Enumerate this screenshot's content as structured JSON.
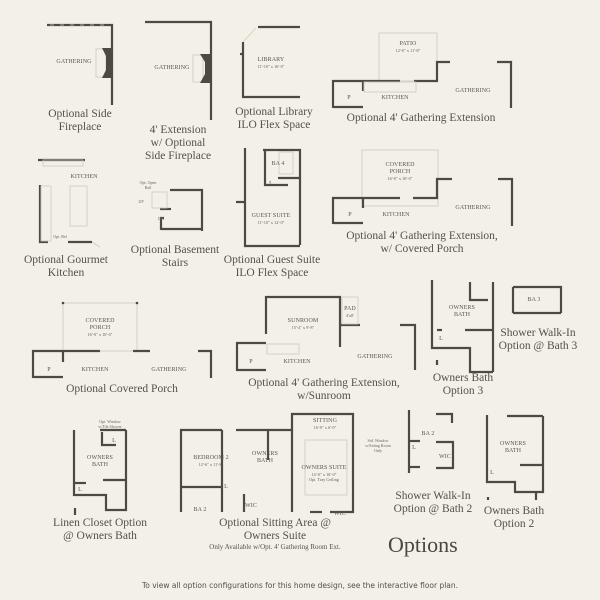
{
  "page": {
    "title": "Options",
    "footer": "To view all option configurations for this home design, see the interactive floor plan.",
    "colors": {
      "background": "#f3f0e7",
      "wall": "#4d4943",
      "text": "#55514a",
      "thin_line": "#cfcac0"
    }
  },
  "options": [
    {
      "id": "side-fireplace",
      "caption": "Optional Side Fireplace",
      "caption_lines": [
        "Optional Side",
        "Fireplace"
      ],
      "rooms": [
        {
          "name": "GATHERING"
        }
      ]
    },
    {
      "id": "extension-side-fireplace",
      "caption": "4' Extension w/ Optional Side Fireplace",
      "caption_lines": [
        "4' Extension",
        "w/ Optional",
        "Side Fireplace"
      ],
      "rooms": [
        {
          "name": "GATHERING"
        }
      ]
    },
    {
      "id": "library",
      "caption": "Optional Library ILO Flex Space",
      "caption_lines": [
        "Optional Library",
        "ILO Flex Space"
      ],
      "rooms": [
        {
          "name": "LIBRARY",
          "dim": "11'-10\" x 16'-0\""
        }
      ]
    },
    {
      "id": "gathering-extension",
      "caption": "Optional 4' Gathering Extension",
      "caption_lines": [
        "Optional 4' Gathering Extension"
      ],
      "rooms": [
        {
          "name": "PATIO",
          "dim": "12'-0\" x 11'-8\""
        },
        {
          "name": "KITCHEN"
        },
        {
          "name": "GATHERING"
        },
        {
          "name": "P"
        }
      ]
    },
    {
      "id": "gourmet-kitchen",
      "caption": "Optional Gourmet Kitchen",
      "caption_lines": [
        "Optional Gourmet",
        "Kitchen"
      ],
      "rooms": [
        {
          "name": "KITCHEN"
        }
      ],
      "notes": [
        "Opt. Bel"
      ]
    },
    {
      "id": "basement-stairs",
      "caption": "Optional Basement Stairs",
      "caption_lines": [
        "Optional Basement",
        "Stairs"
      ],
      "notes": [
        "Opt. Open Rail",
        "UP",
        "DN"
      ]
    },
    {
      "id": "guest-suite",
      "caption": "Optional Guest Suite ILO Flex Space",
      "caption_lines": [
        "Optional Guest Suite",
        "ILO Flex Space"
      ],
      "rooms": [
        {
          "name": "BA 4"
        },
        {
          "name": "L"
        },
        {
          "name": "GUEST SUITE",
          "dim": "11'-10\" x 12'-0\""
        }
      ]
    },
    {
      "id": "gathering-extension-covered-porch",
      "caption": "Optional 4' Gathering Extension, w/ Covered Porch",
      "caption_lines": [
        "Optional 4' Gathering Extension,",
        "w/ Covered Porch"
      ],
      "rooms": [
        {
          "name": "COVERED PORCH",
          "name_lines": [
            "COVERED",
            "PORCH"
          ],
          "dim": "16'-0\" x 10'-0\""
        },
        {
          "name": "KITCHEN"
        },
        {
          "name": "GATHERING"
        },
        {
          "name": "P"
        }
      ]
    },
    {
      "id": "covered-porch",
      "caption": "Optional Covered Porch",
      "caption_lines": [
        "Optional Covered Porch"
      ],
      "rooms": [
        {
          "name": "COVERED PORCH",
          "name_lines": [
            "COVERED",
            "PORCH"
          ],
          "dim": "16'-0\" x 10'-0\""
        },
        {
          "name": "KITCHEN"
        },
        {
          "name": "GATHERING"
        },
        {
          "name": "P"
        }
      ]
    },
    {
      "id": "gathering-extension-sunroom",
      "caption": "Optional 4' Gathering Extension, w/Sunroom",
      "caption_lines": [
        "Optional 4' Gathering Extension,",
        "w/Sunroom"
      ],
      "rooms": [
        {
          "name": "SUNROOM",
          "dim": "15'-4\" x 9'-8\""
        },
        {
          "name": "PAD",
          "dim": "4'x8'"
        },
        {
          "name": "KITCHEN"
        },
        {
          "name": "GATHERING"
        },
        {
          "name": "P"
        }
      ]
    },
    {
      "id": "owners-bath-3",
      "caption": "Owners Bath Option 3",
      "caption_lines": [
        "Owners Bath",
        "Option 3"
      ],
      "rooms": [
        {
          "name": "OWNERS BATH",
          "name_lines": [
            "OWNERS",
            "BATH"
          ]
        },
        {
          "name": "L"
        }
      ]
    },
    {
      "id": "shower-walkin-bath-3",
      "caption": "Shower Walk-In Option @ Bath 3",
      "caption_lines": [
        "Shower Walk-In",
        "Option @ Bath 3"
      ],
      "rooms": [
        {
          "name": "BA 3"
        }
      ]
    },
    {
      "id": "linen-closet",
      "caption": "Linen Closet Option @ Owners Bath",
      "caption_lines": [
        "Linen Closet Option",
        "@ Owners Bath"
      ],
      "rooms": [
        {
          "name": "OWNERS BATH",
          "name_lines": [
            "OWNERS",
            "BATH"
          ]
        },
        {
          "name": "L"
        },
        {
          "name": "L"
        }
      ],
      "notes": [
        "Opt. Window w/Tile Shower"
      ]
    },
    {
      "id": "sitting-area",
      "caption": "Optional Sitting Area @ Owners Suite",
      "caption_lines": [
        "Optional Sitting Area @",
        "Owners Suite"
      ],
      "subcaption": "Only Available w/Opt. 4' Gathering Room Ext.",
      "rooms": [
        {
          "name": "BEDROOM 2",
          "dim": "12'-6\" x 11'-8\""
        },
        {
          "name": "OWNERS BATH",
          "name_lines": [
            "OWNERS",
            "BATH"
          ]
        },
        {
          "name": "SITTING",
          "dim": "16'-0\" x 6'-0\""
        },
        {
          "name": "OWNERS SUITE",
          "dim": "14'-0\" x 16'-0\"",
          "note": "Opt. Tray Ceiling"
        },
        {
          "name": "BA 2"
        },
        {
          "name": "L"
        },
        {
          "name": "WIC"
        },
        {
          "name": "WIC"
        }
      ],
      "notes": [
        "Std. Window w/Sitting Room Only"
      ]
    },
    {
      "id": "shower-walkin-bath-2",
      "caption": "Shower Walk-In Option @ Bath 2",
      "caption_lines": [
        "Shower Walk-In",
        "Option @ Bath 2"
      ],
      "rooms": [
        {
          "name": "BA 2"
        },
        {
          "name": "L"
        },
        {
          "name": "WIC"
        }
      ]
    },
    {
      "id": "owners-bath-2",
      "caption": "Owners Bath Option 2",
      "caption_lines": [
        "Owners Bath",
        "Option 2"
      ],
      "rooms": [
        {
          "name": "OWNERS BATH",
          "name_lines": [
            "OWNERS",
            "BATH"
          ]
        },
        {
          "name": "L"
        }
      ]
    }
  ]
}
